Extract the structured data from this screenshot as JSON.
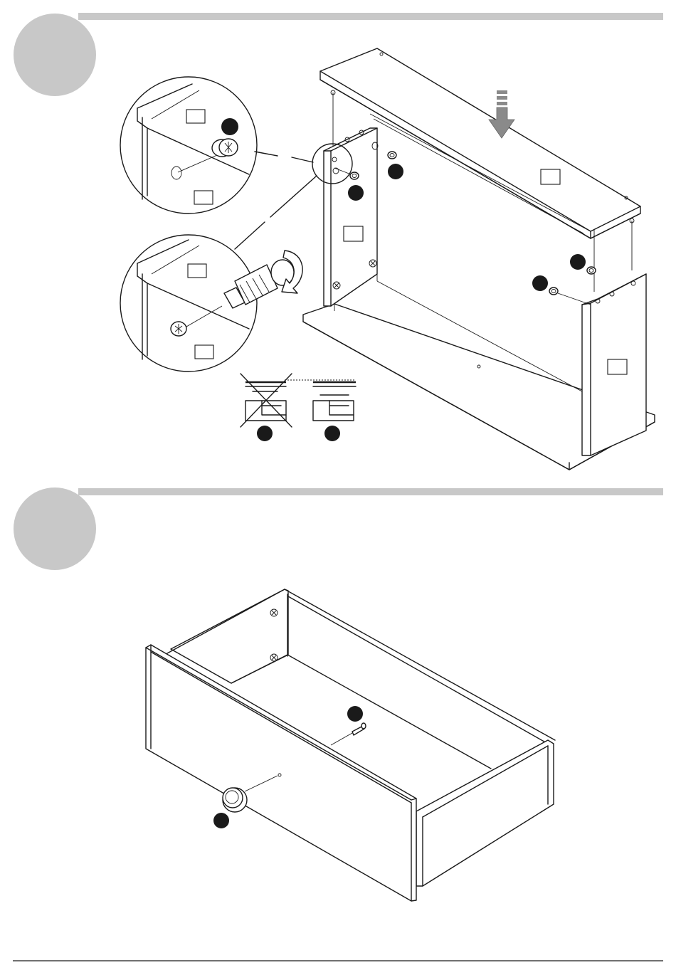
{
  "page": {
    "background": "#ffffff",
    "accent_gray": "#c8c8c8",
    "ink": "#1a1a1a"
  },
  "steps": [
    {
      "number": "",
      "parts": [
        "cabinet-top-panel",
        "side-panel-left",
        "side-panel-right",
        "bottom-panel",
        "cam-lock",
        "cam-dowel",
        "screwdriver"
      ],
      "detail_views": [
        "cam-dowel-insertion",
        "cam-lock-tightening"
      ],
      "comparison": [
        {
          "state": "incorrect",
          "icon": "cross-icon"
        },
        {
          "state": "correct",
          "icon": "check-free"
        }
      ]
    },
    {
      "number": "",
      "parts": [
        "drawer-box",
        "drawer-front",
        "knob",
        "screw"
      ]
    }
  ]
}
